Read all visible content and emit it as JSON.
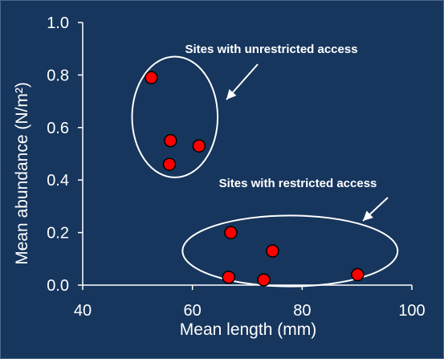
{
  "colors": {
    "background": "#17365d",
    "axes": "#ffffff",
    "marker_fill": "#ff0000",
    "marker_edge": "#000000",
    "annotation": "#ffffff"
  },
  "chart_data": {
    "type": "scatter",
    "title": "",
    "xlabel": "Mean length (mm)",
    "ylabel": "Mean abundance (N/m²)",
    "xlim": [
      40,
      100
    ],
    "ylim": [
      0,
      1.0
    ],
    "xticks": [
      "40",
      "60",
      "80",
      "100"
    ],
    "yticks": [
      "0.0",
      "0.2",
      "0.4",
      "0.6",
      "0.8",
      "1.0"
    ],
    "grid": false,
    "legend": "none",
    "series": [
      {
        "points": [
          {
            "x": 52.5,
            "y": 0.79
          },
          {
            "x": 56.0,
            "y": 0.55
          },
          {
            "x": 61.2,
            "y": 0.53
          },
          {
            "x": 55.8,
            "y": 0.46
          },
          {
            "x": 67.0,
            "y": 0.2
          },
          {
            "x": 74.6,
            "y": 0.13
          },
          {
            "x": 66.6,
            "y": 0.03
          },
          {
            "x": 73.0,
            "y": 0.02
          },
          {
            "x": 90.1,
            "y": 0.04
          }
        ]
      }
    ],
    "annotations": [
      {
        "text": "Sites with unrestricted access",
        "ellipse_center": [
          56.8,
          0.64
        ],
        "ellipse_radius": [
          7.8,
          0.23
        ]
      },
      {
        "text": "Sites with restricted access",
        "ellipse_center": [
          77.8,
          0.13
        ],
        "ellipse_radius": [
          19.6,
          0.135
        ]
      }
    ]
  }
}
